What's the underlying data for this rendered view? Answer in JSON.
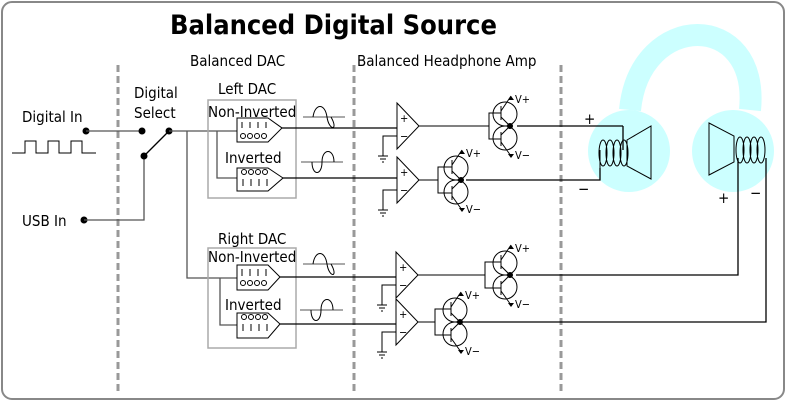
{
  "title": "Balanced Digital Source",
  "sections": {
    "dac": "Balanced DAC",
    "amp": "Balanced Headphone Amp"
  },
  "inputs": {
    "digital_in": "Digital In",
    "usb_in": "USB In",
    "select_line1": "Digital",
    "select_line2": "Select"
  },
  "dacs": [
    {
      "label": "Left DAC",
      "non_inverted": "Non-Inverted",
      "inverted": "Inverted"
    },
    {
      "label": "Right DAC",
      "non_inverted": "Non-Inverted",
      "inverted": "Inverted"
    }
  ],
  "opamp": {
    "plus": "+",
    "minus": "−"
  },
  "supply": {
    "pos": "V+",
    "neg": "V−"
  },
  "headphone": {
    "left_plus": "+",
    "left_minus": "−",
    "right_plus": "+",
    "right_minus": "−"
  },
  "colors": {
    "headphone_fill": "#ccffff",
    "divider": "#999999",
    "dac_box": "#aaaaaa"
  }
}
